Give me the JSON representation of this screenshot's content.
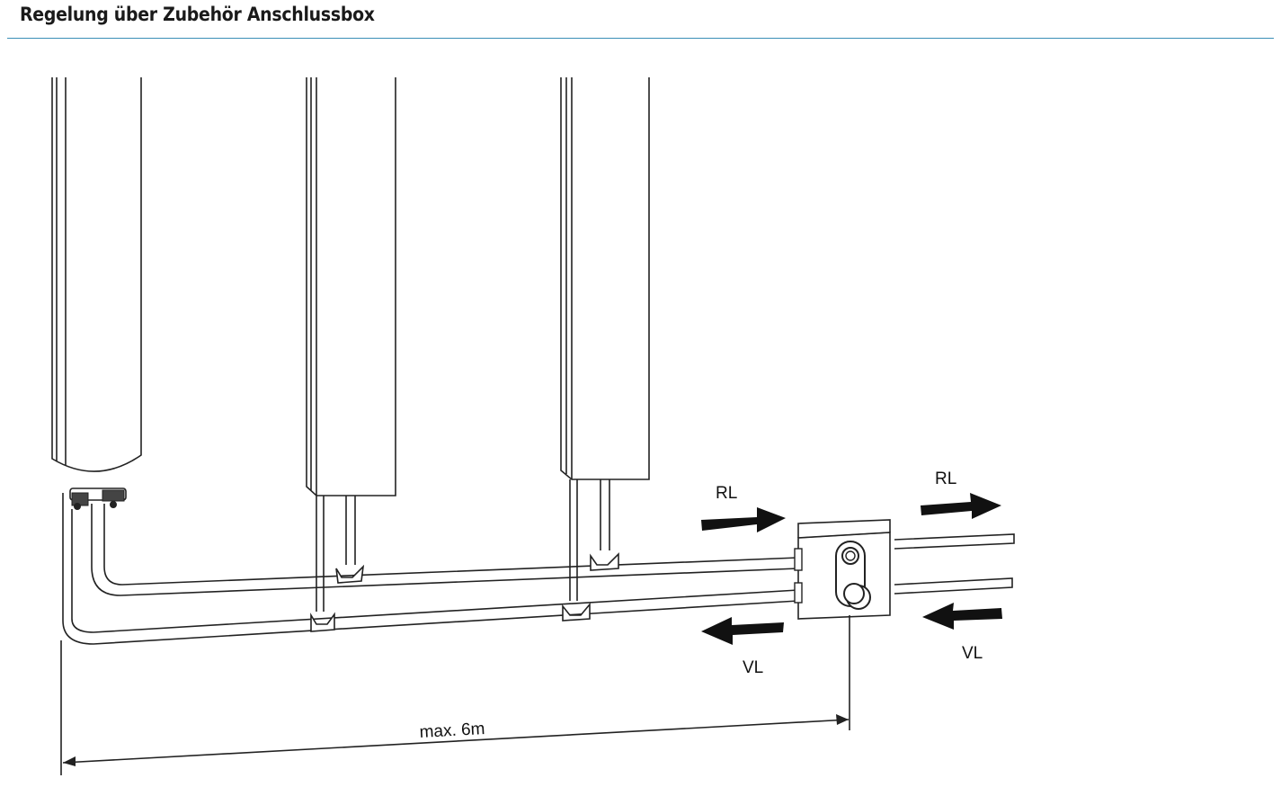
{
  "header": {
    "title": "Regelung über Zubehör Anschlussbox"
  },
  "labels": {
    "rl_in": "RL",
    "rl_out": "RL",
    "vl_in": "VL",
    "vl_out": "VL",
    "distance": "max. 6m"
  },
  "colors": {
    "accent_rule": "#3a8fb7",
    "ink": "#222222"
  }
}
